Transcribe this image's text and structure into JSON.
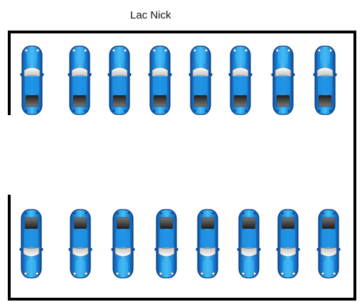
{
  "lot": {
    "title": "Lac Nick",
    "wall_color": "#000000",
    "car_colors": {
      "body_light": "#3fb6f2",
      "body_main": "#1f8fe2",
      "body_dark": "#0b4f9e",
      "outline": "#0a3a7a",
      "windshield": "#e8e8e8",
      "rear_window": "#2a2a2a"
    }
  },
  "top_row": {
    "count": 8,
    "facing": "up",
    "icon": "car-icon"
  },
  "bottom_row": {
    "count": 8,
    "facing": "down",
    "icon": "car-icon"
  }
}
